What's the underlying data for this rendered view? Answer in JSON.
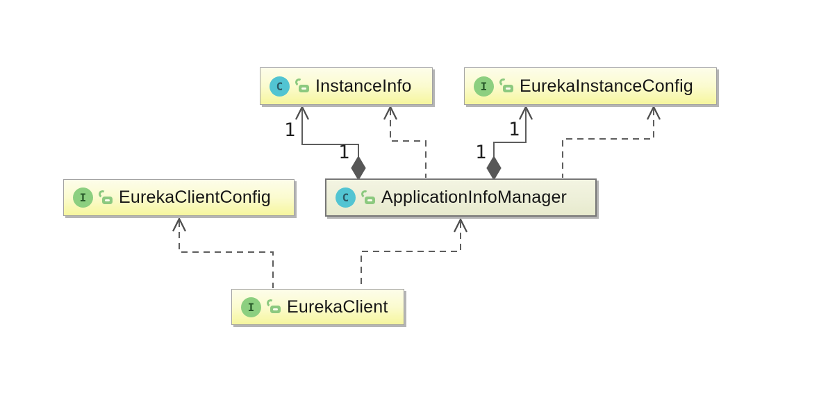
{
  "diagram": {
    "type": "uml-class-diagram",
    "nodes": [
      {
        "id": "instance-info",
        "label": "InstanceInfo",
        "kind": "class",
        "badge": "C"
      },
      {
        "id": "eureka-instance-config",
        "label": "EurekaInstanceConfig",
        "kind": "interface",
        "badge": "I"
      },
      {
        "id": "eureka-client-config",
        "label": "EurekaClientConfig",
        "kind": "interface",
        "badge": "I"
      },
      {
        "id": "application-info-manager",
        "label": "ApplicationInfoManager",
        "kind": "class",
        "badge": "C"
      },
      {
        "id": "eureka-client",
        "label": "EurekaClient",
        "kind": "interface",
        "badge": "I"
      }
    ],
    "edges": [
      {
        "from": "application-info-manager",
        "to": "instance-info",
        "type": "composition",
        "source_multiplicity": "1",
        "target_multiplicity": "1"
      },
      {
        "from": "application-info-manager",
        "to": "instance-info",
        "type": "dependency"
      },
      {
        "from": "application-info-manager",
        "to": "eureka-instance-config",
        "type": "composition",
        "source_multiplicity": "1",
        "target_multiplicity": "1"
      },
      {
        "from": "application-info-manager",
        "to": "eureka-instance-config",
        "type": "dependency"
      },
      {
        "from": "eureka-client",
        "to": "eureka-client-config",
        "type": "dependency"
      },
      {
        "from": "eureka-client",
        "to": "application-info-manager",
        "type": "dependency"
      }
    ],
    "colors": {
      "background": "#ffffff",
      "node_fill_top": "#fdfdea",
      "node_fill_bottom": "#f6f69e",
      "highlight_fill": "#ebeed5",
      "node_border": "#a3a3a3",
      "node_shadow": "#b5b5b5",
      "edge": "#5d5d5d",
      "class_badge": "#52c4d2",
      "interface_badge": "#8ccf80",
      "lock_icon": "#8cc97f",
      "text": "#161616"
    }
  }
}
